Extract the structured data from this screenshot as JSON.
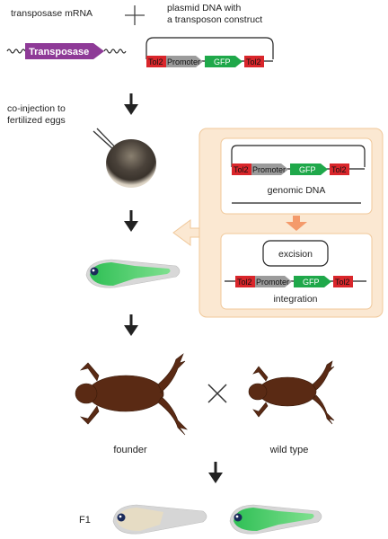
{
  "top": {
    "mrna_label": "transposase mRNA",
    "plasmid_label_line1": "plasmid DNA with",
    "plasmid_label_line2": "a transposon construct",
    "transposase_text": "Transposase"
  },
  "construct": {
    "tol2": "Tol2",
    "promoter": "Promoter",
    "gfp": "GFP"
  },
  "steps": {
    "injection_line1": "co-injection to",
    "injection_line2": "fertilized eggs"
  },
  "inset": {
    "genomic_dna_label": "genomic DNA",
    "excision_label": "excision",
    "integration_label": "integration"
  },
  "cross": {
    "founder_label": "founder",
    "wild_type_label": "wild type"
  },
  "f1": {
    "label": "F1"
  },
  "colors": {
    "tol2_red": "#d9262b",
    "promoter_gray": "#9b9b9b",
    "gfp_green": "#1fa84a",
    "transposase_purple": "#8e3a97",
    "inset_bg": "#fbe8d2",
    "inset_border": "#f0c89a",
    "frog_brown": "#5a2a14",
    "tadpole_green": "#33c25a"
  }
}
